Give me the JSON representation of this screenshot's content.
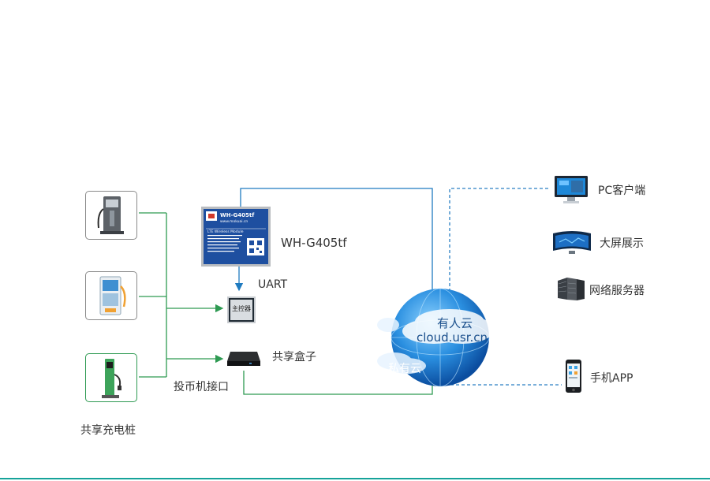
{
  "left": {
    "caption": "共享充电桩"
  },
  "module": {
    "name": "WH-G405tf",
    "chip_title": "WH-G405tf",
    "chip_url": "www.mokuai.cn",
    "chip_sub": "LTE Wireless Module"
  },
  "uart_label": "UART",
  "controller_label": "主控器",
  "box_label": "共享盒子",
  "coin_label": "投币机接口",
  "cloud": {
    "title": "有人云",
    "url": "cloud.usr.cn",
    "private": "私有云"
  },
  "right": {
    "pc": "PC客户端",
    "screen": "大屏展示",
    "server": "网络服务器",
    "phone": "手机APP"
  },
  "colors": {
    "green": "#2e9a52",
    "blue": "#1f7bc0",
    "dashed_blue": "#2a7fc4",
    "teal": "#16a39a"
  }
}
